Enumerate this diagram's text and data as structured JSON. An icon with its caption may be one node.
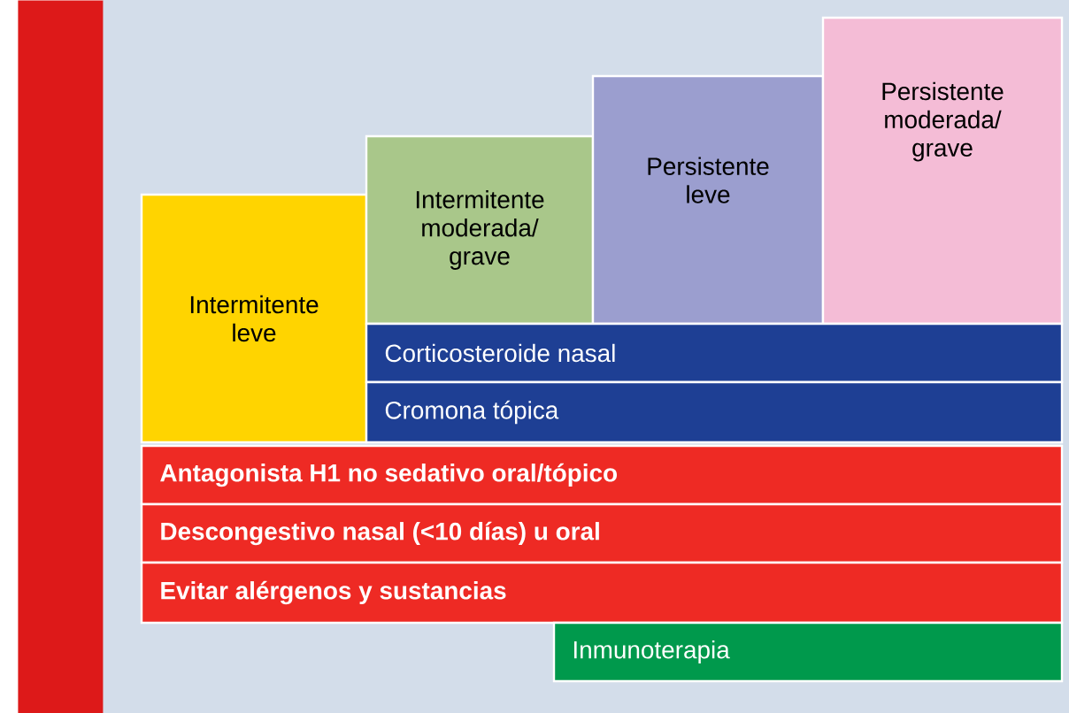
{
  "diagram": {
    "nodes": [
      {
        "text": [
          "Intermitente leve"
        ]
      },
      {
        "text": [
          "Intermitente moderada/ grave"
        ]
      },
      {
        "text": [
          "Persistente leve"
        ]
      },
      {
        "text": [
          "Persistente moderada/ grave"
        ]
      },
      {
        "text": [
          "Corticosteroide nasal"
        ]
      },
      {
        "text": [
          "Cromona tópica"
        ]
      },
      {
        "text": [
          "Antagonista H1 no sedativo oral/tópico"
        ]
      },
      {
        "text": [
          "Descongestivo nasal (<10 días) u oral"
        ]
      },
      {
        "text": [
          "Evitar alérgenos y sustancias"
        ]
      },
      {
        "text": [
          "Inmunoterapia"
        ]
      },
      {
        "text": [],
        "shape": "bar"
      }
    ]
  }
}
